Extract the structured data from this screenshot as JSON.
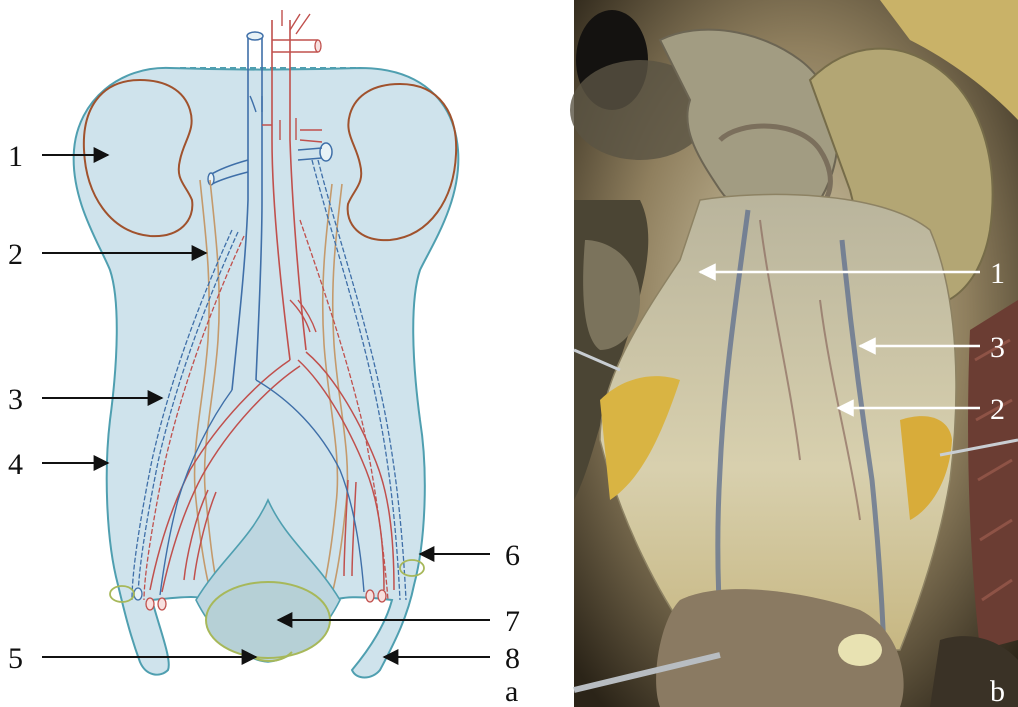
{
  "panel_a": {
    "label": "a",
    "callouts": [
      "1",
      "2",
      "3",
      "4",
      "5",
      "6",
      "7",
      "8"
    ]
  },
  "panel_b": {
    "label": "b",
    "callouts": [
      "1",
      "3",
      "2"
    ]
  },
  "colors": {
    "membrane_fill": "#cfe3ec",
    "membrane_stroke": "#4f9fb0",
    "kidney_stroke": "#a0522d",
    "artery": "#c0504d",
    "vein": "#3f6fa8",
    "ureter": "#c49a6c",
    "bladder": "#a7b85a"
  }
}
